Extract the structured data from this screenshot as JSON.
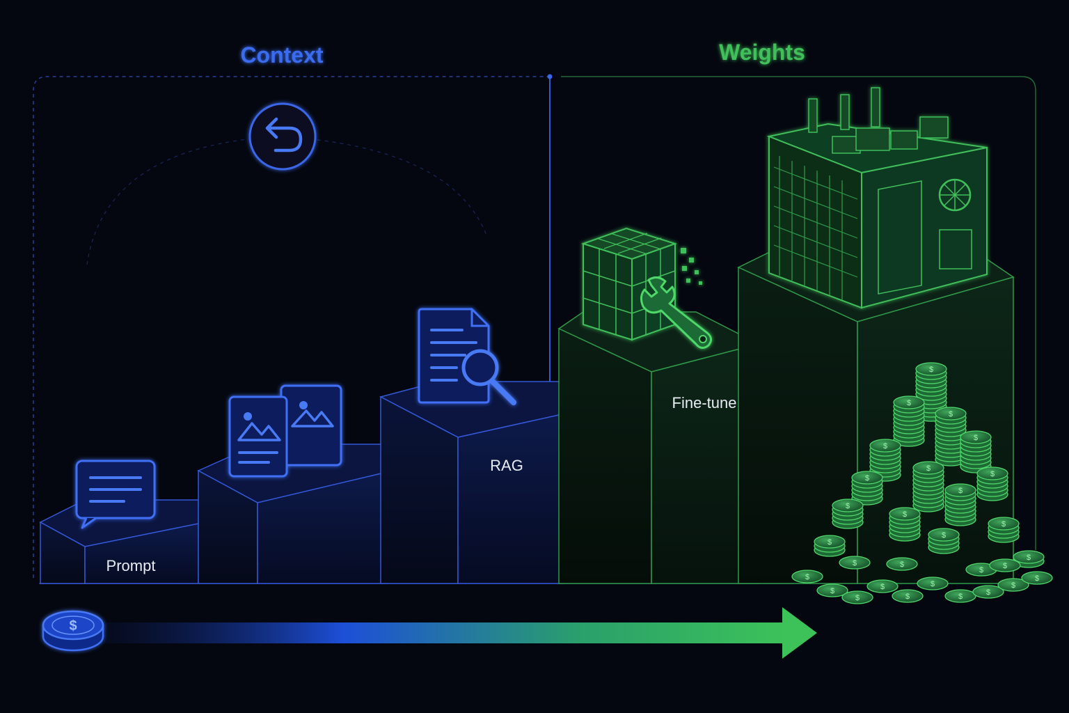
{
  "sections": {
    "context": {
      "title": "Context"
    },
    "weights": {
      "title": "Weights"
    }
  },
  "tiers": [
    {
      "id": "prompt",
      "label": "Prompt",
      "group": "context",
      "icon": "chat-bubble-icon"
    },
    {
      "id": "documents",
      "label": "",
      "group": "context",
      "icon": "image-document-icon"
    },
    {
      "id": "rag",
      "label": "RAG",
      "group": "context",
      "icon": "document-search-icon"
    },
    {
      "id": "finetune",
      "label": "Fine-tune",
      "group": "weights",
      "icon": "wrench-cube-icon"
    },
    {
      "id": "pretrain",
      "label": "",
      "group": "weights",
      "icon": "datacenter-icon"
    }
  ],
  "icons": {
    "cycle": "undo-arrow-icon",
    "cost_start": "dollar-coin-icon",
    "cost_end": "coin-stacks-icon"
  },
  "colors": {
    "background": "#04070f",
    "context": "#3b6cf0",
    "weights": "#3fbf5a",
    "label": "#e8ecf4"
  }
}
